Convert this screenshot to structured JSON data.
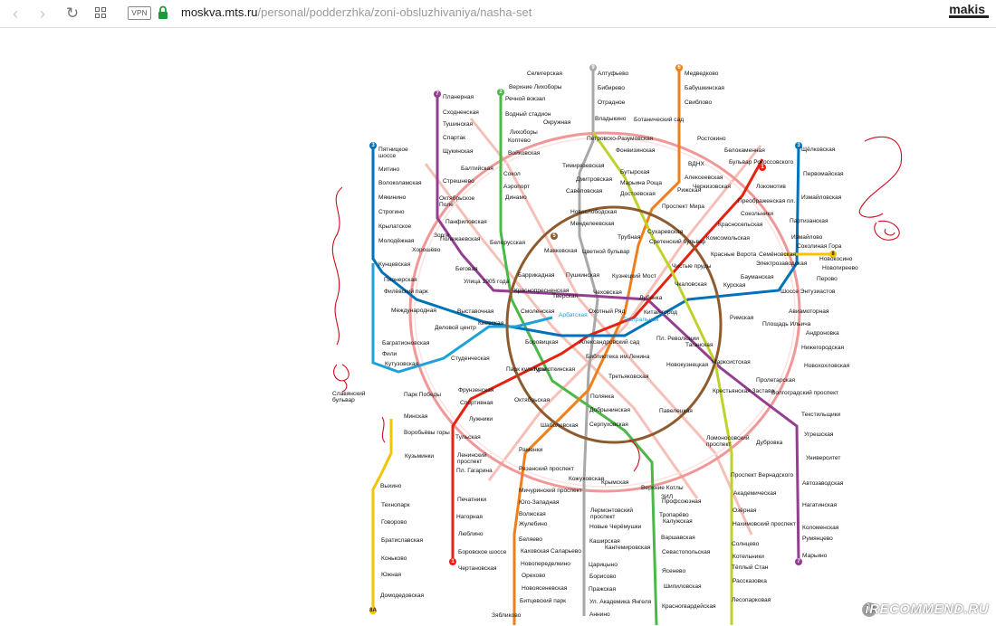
{
  "browser": {
    "url_domain": "moskva.mts.ru",
    "url_path": "/personal/podderzhka/zoni-obsluzhivaniya/nasha-set",
    "vpn_label": "VPN",
    "profile_name": "makis"
  },
  "colors": {
    "line1": "#e42313",
    "line2": "#4cb848",
    "line3": "#0072ba",
    "line4": "#1ea1d9",
    "line5": "#8d5b2d",
    "line6": "#ef7f1a",
    "line7": "#943e90",
    "line8": "#ffd803",
    "line9": "#adacac",
    "line10": "#bed12c",
    "line11": "#88cdcf",
    "line12": "#bac8e8",
    "line14": "#e7453b",
    "line15": "#de64a1",
    "mcd": "#f8b2a8",
    "scribble": "#d10b1e"
  },
  "stations": [
    "Селигерская",
    "Алтуфьево",
    "Медведково",
    "Верхние Лихоборы",
    "Бибирево",
    "Бабушкинская",
    "Планерная",
    "Речной вокзал",
    "Отрадное",
    "Свиблово",
    "Сходненская",
    "Водный стадион",
    "Владыкино",
    "Ботанический сад",
    "Тушинская",
    "Окружная",
    "Лихоборы",
    "Ростокино",
    "Спартак",
    "Коптево",
    "Петровско-Разумовская",
    "Щукинская",
    "Фонвизинская",
    "Белокаменная",
    "Пятницкое шоссе",
    "Войковская",
    "Тимирязевская",
    "ВДНХ",
    "Бульвар Рокоссовского",
    "Щёлковская",
    "Митино",
    "Балтийская",
    "Бутырская",
    "Первомайская",
    "Волоколамская",
    "Стрешнево",
    "Сокол",
    "Дмитровская",
    "Марьина Роща",
    "Локомотив",
    "Мякинино",
    "Октябрьское Поле",
    "Аэропорт",
    "Савёловская",
    "Достоевская",
    "Рижская",
    "Черкизовская",
    "Измайловская",
    "Строгино",
    "Динамо",
    "Алексеевская",
    "Преображенская пл.",
    "Крылатское",
    "Панфиловская",
    "Новослободская",
    "Проспект Мира",
    "Сокольники",
    "Партизанская",
    "Молодёжная",
    "Зорге",
    "Менделеевская",
    "Красносельская",
    "Измайлово",
    "Полежаевская",
    "Хорошёво",
    "Белорусская",
    "Сухаревская",
    "Комсомольская",
    "Соколиная Гора",
    "Новокосино",
    "Кунцевская",
    "Маяковская",
    "Трубная",
    "Сретенский бульвар",
    "Красные Ворота",
    "Семёновская",
    "Новогиреево",
    "Пионерская",
    "Беговая",
    "Цветной бульвар",
    "Чистые пруды",
    "Электрозаводская",
    "Перово",
    "Филёвский парк",
    "Улица 1905 года",
    "Баррикадная",
    "Пушкинская",
    "Кузнецкий Мост",
    "Чкаловская",
    "Курская",
    "Бауманская",
    "Краснопресненская",
    "Тверская",
    "Чеховская",
    "Лубянка",
    "Шоссе Энтузиастов",
    "Международная",
    "Выставочная",
    "Охотный Ряд",
    "Китай-город",
    "Авиамоторная",
    "Деловой центр",
    "Смоленская",
    "Арбатская",
    "Театральная",
    "Римская",
    "Площадь Ильича",
    "Андроновка",
    "Багратионовская",
    "Киевская",
    "Боровицкая",
    "Александровский сад",
    "Пл. Революции",
    "Нижегородская",
    "Фили",
    "Кутузовская",
    "Студенческая",
    "Библиотека им.Ленина",
    "Таганская",
    "Марксистская",
    "Новохохловская",
    "Новокузнецкая",
    "Третьяковская",
    "Парк культуры",
    "Кропоткинская",
    "Пролетарская",
    "Крестьянская Застава",
    "Славянский бульвар",
    "Парк Победы",
    "Фрунзенская",
    "Волгоградский проспект",
    "Спортивная",
    "Октябрьская",
    "Полянка",
    "Павелецкая",
    "Минская",
    "Добрынинская",
    "Текстильщики",
    "Лужники",
    "Шаболовская",
    "Серпуховская",
    "Ломоносовский проспект",
    "Воробьёвы горы",
    "Тульская",
    "Дубровка",
    "Угрешская",
    "Кузьминки",
    "Раменки",
    "Ленинский проспект",
    "Университет",
    "Рязанский проспект",
    "Пл. Гагарина",
    "Проспект Вернадского",
    "Кожуховская",
    "Крымская",
    "Верхние Котлы",
    "ЗИЛ",
    "Автозаводская",
    "Выхино",
    "Мичуринский проспект",
    "Академическая",
    "Печатники",
    "Юго-Западная",
    "Профсоюзная",
    "Нагатинская",
    "Технопарк",
    "Лермонтовский проспект",
    "Озёрная",
    "Нагорная",
    "Волжская",
    "Тропарёво",
    "Новые Черёмушки",
    "Коломенская",
    "Говорово",
    "Нахимовский проспект",
    "Люблино",
    "Жулебино",
    "Калужская",
    "Каширская",
    "Солнцево",
    "Румянцево",
    "Беляево",
    "Варшавская",
    "Братиславская",
    "Боровское шоссе",
    "Каховская",
    "Кантемировская",
    "Котельники",
    "Коньково",
    "Саларьево",
    "Севастопольская",
    "Марьино",
    "Новопеределкино",
    "Чертановская",
    "Царицыно",
    "Тёплый Стан",
    "Южная",
    "Борисово",
    "Ясенево",
    "Орехово",
    "Пражская",
    "Рассказовка",
    "Новоясеневская",
    "Шипиловская",
    "Ул. Академика Янгеля",
    "Домодедовская",
    "Битцевский парк",
    "Лесопарковая",
    "Аннино",
    "Красногвардейская",
    "Зябликово"
  ],
  "watermark": "iRECOMMEND.RU",
  "watermark_badge": "i"
}
